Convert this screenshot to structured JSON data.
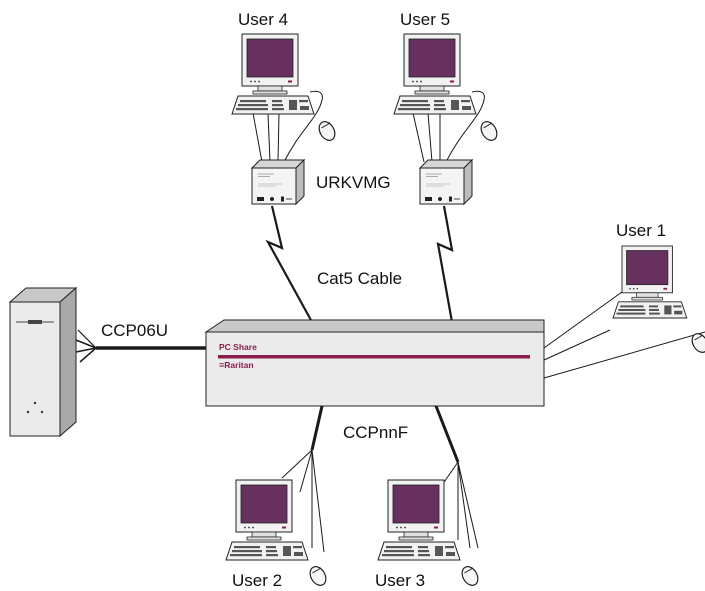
{
  "colors": {
    "screen": "#66315e",
    "accent": "#8c1c4a",
    "chassis_face": "#ebebeb",
    "chassis_top": "#c9c9c9",
    "line": "#1a1a1a"
  },
  "icons": [
    "computer-workstation-icon",
    "tower-server-icon",
    "kvm-switch-icon",
    "user-station-icon",
    "mouse-icon",
    "keyboard-icon"
  ],
  "labels": {
    "user4": "User 4",
    "user5": "User 5",
    "user1": "User 1",
    "user2": "User 2",
    "user3": "User 3",
    "urkvmg": "URKVMG",
    "cat5": "Cat5 Cable",
    "ccp06u": "CCP06U",
    "ccpnnf": "CCPnnF"
  },
  "switch": {
    "product": "PC Share",
    "brand": "Raritan"
  }
}
